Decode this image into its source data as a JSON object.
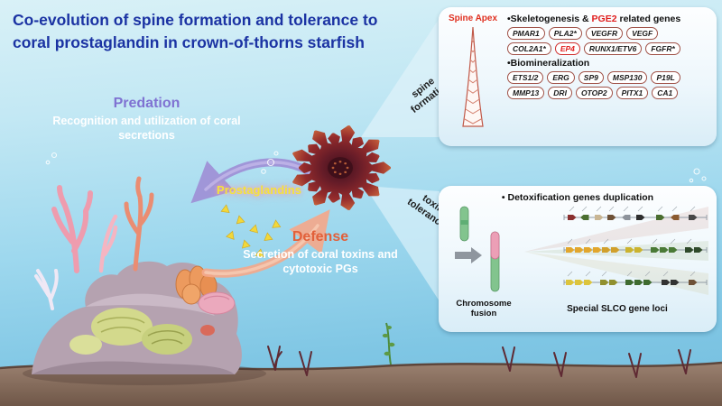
{
  "title": {
    "line1": "Co-evolution of spine formation and tolerance to",
    "line2": "coral prostaglandin in crown-of-thorns starfish"
  },
  "scene": {
    "predation_label": "Predation",
    "predation_sub": "Recognition and utilization of coral secretions",
    "prostaglandins_label": "Prostaglandins",
    "defense_label": "Defense",
    "defense_sub": "Secretion of coral toxins and cytotoxic PGs",
    "spine_formation_label": "spine formation",
    "toxin_tolerance_label": "toxin tolerance"
  },
  "colors": {
    "title_blue": "#1b33a3",
    "predation_purple": "#7f72d2",
    "defense_orange": "#e2603a",
    "prostaglandin_yellow": "#f4e33c",
    "accent_red": "#e02020"
  },
  "panel_top": {
    "spine_apex": "Spine Apex",
    "skeleto_prefix": "•Skeletogenesis & ",
    "skeleto_highlight": "PGE2",
    "skeleto_suffix": " related genes",
    "skeleto_row1": [
      "PMAR1",
      "PLA2*",
      "VEGFR",
      "VEGF"
    ],
    "skeleto_row2": [
      "COL2A1*",
      "EP4",
      "RUNX1/ETV6",
      "FGFR*"
    ],
    "biominer_header": "•Biomineralization",
    "biominer_row1": [
      "ETS1/2",
      "ERG",
      "SP9",
      "MSP130",
      "P19L"
    ],
    "biominer_row2": [
      "MMP13",
      "DRI",
      "OTOP2",
      "PITX1",
      "CA1"
    ]
  },
  "panel_bottom": {
    "header": "• Detoxification genes duplication",
    "chromosome_caption": "Chromosome fusion",
    "slco_caption": "Special SLCO gene loci"
  }
}
